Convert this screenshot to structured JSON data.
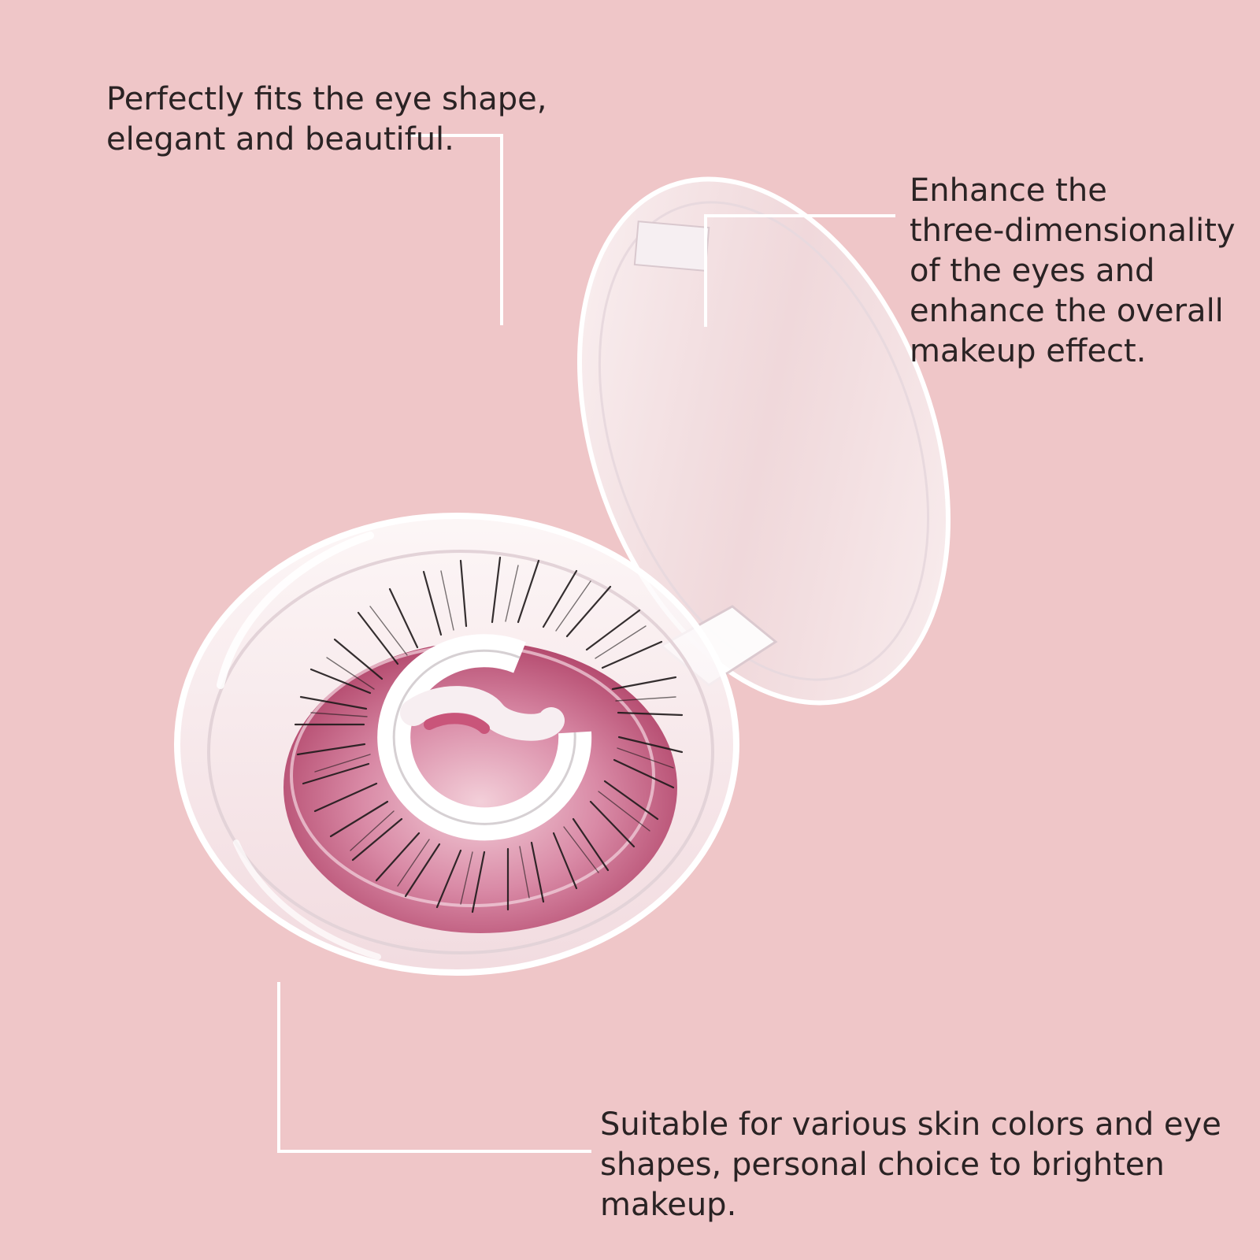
{
  "background_color": "#efc6c8",
  "callouts": [
    {
      "text": "Perfectly fits the eye shape,\nelegant and beautiful."
    },
    {
      "text": "Enhance the\nthree-dimensionality\nof the eyes and\nenhance the overall\nmakeup effect."
    },
    {
      "text": "Suitable for various skin colors and eye\nshapes, personal choice to brighten\nmakeup."
    }
  ],
  "product": {
    "description_icon": "eyelash-case-icon",
    "tray_color": "#c9557a",
    "lash_color": "#1f1a1b",
    "case_color": "#f4f1f3"
  }
}
